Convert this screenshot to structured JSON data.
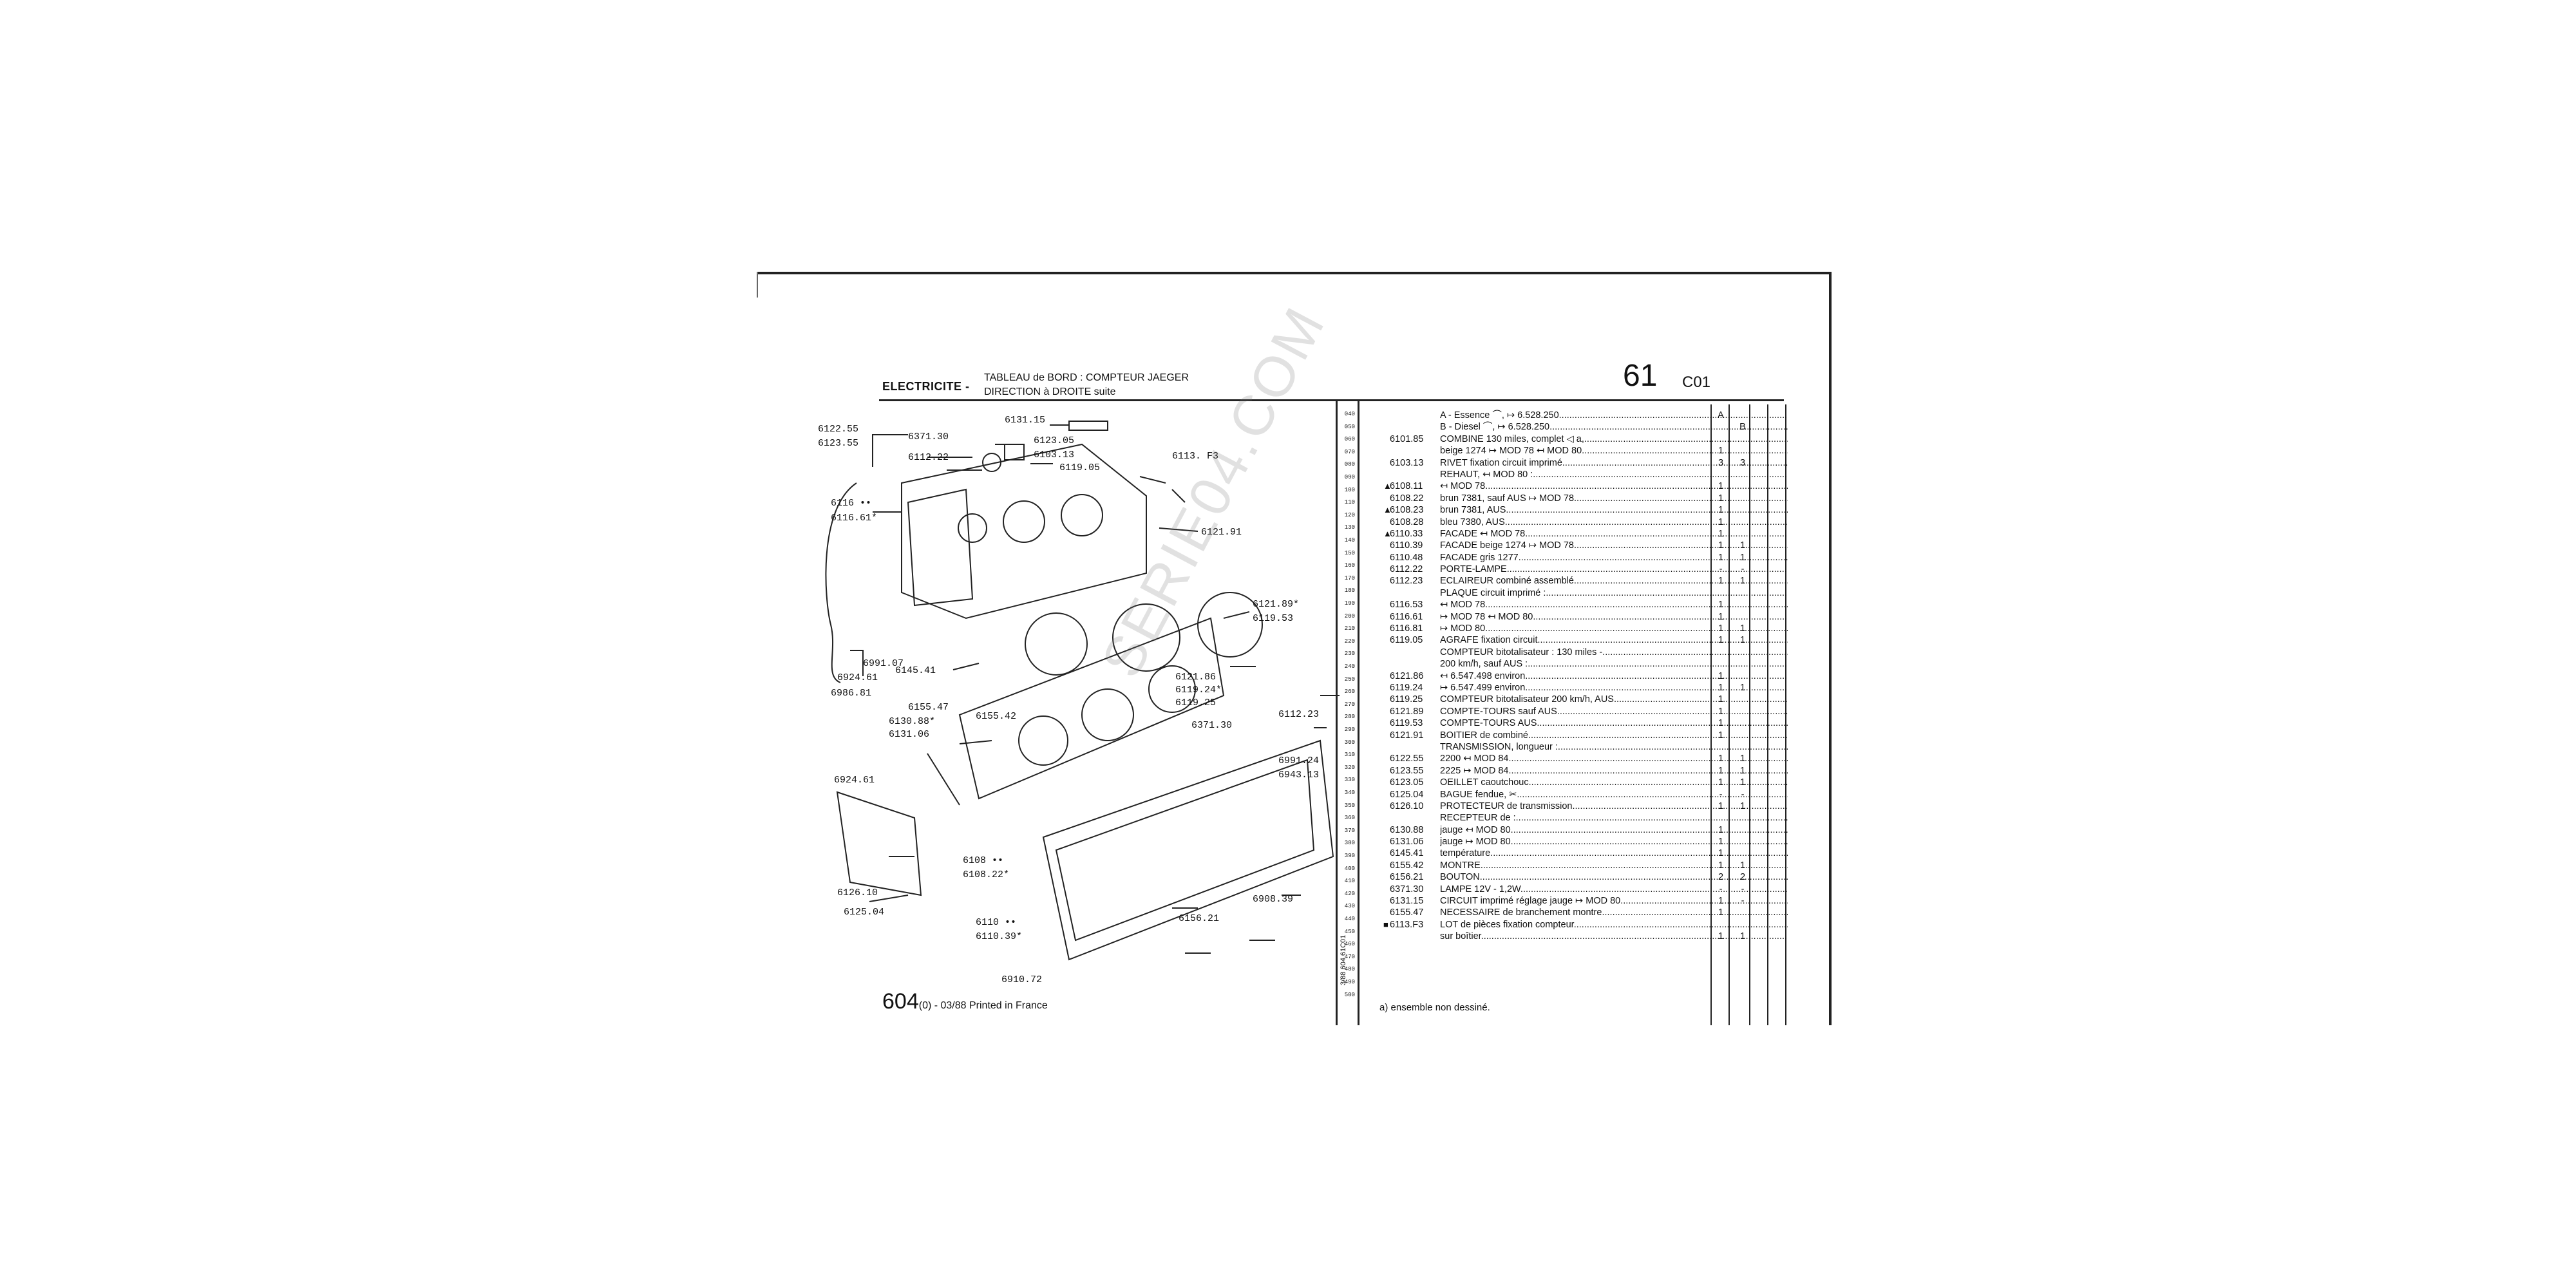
{
  "header": {
    "section": "ELECTRICITE -",
    "subtitle_line1": "TABLEAU de BORD : COMPTEUR JAEGER",
    "subtitle_line2": "DIRECTION à DROITE suite",
    "group_number": "61",
    "page_code": "C01"
  },
  "watermark": "SERIE04.COM",
  "footer": {
    "model": "604",
    "edition": "(0) - 03/88 Printed in France"
  },
  "side_code": "3/88 604 61C01",
  "ruler": [
    "040",
    "050",
    "060",
    "070",
    "080",
    "090",
    "100",
    "110",
    "120",
    "130",
    "140",
    "150",
    "160",
    "170",
    "180",
    "190",
    "200",
    "210",
    "220",
    "230",
    "240",
    "250",
    "260",
    "270",
    "280",
    "290",
    "300",
    "310",
    "320",
    "330",
    "340",
    "350",
    "360",
    "370",
    "380",
    "390",
    "400",
    "410",
    "420",
    "430",
    "440",
    "450",
    "460",
    "470",
    "480",
    "490",
    "500"
  ],
  "diagram_labels": {
    "l1": "6122.55",
    "l2": "6123.55",
    "l3": "6371.30",
    "l4": "6112.22",
    "l5": "6131.15",
    "l6": "6123.05",
    "l7": "6103.13",
    "l8": "6119.05",
    "l9": "6113. F3",
    "l10": "6121.91",
    "l11": "6116 ••",
    "l12": "6116.61*",
    "l13": "6991.07",
    "l14": "6924.61",
    "l15": "6986.81",
    "l16": "6145.41",
    "l17": "6155.47",
    "l18": "6130.88*",
    "l19": "6131.06",
    "l20": "6155.42",
    "l21": "6121.89*",
    "l22": "6119.53",
    "l23": "6121.86",
    "l24": "6119.24*",
    "l25": "6119.25",
    "l26": "6371.30",
    "l27": "6112.23",
    "l28": "6991.24",
    "l29": "6943.13",
    "l30": "6924.61",
    "l31": "6126.10",
    "l32": "6125.04",
    "l33": "6108 ••",
    "l34": "6108.22*",
    "l35": "6908.39",
    "l36": "6156.21",
    "l37": "6110 ••",
    "l38": "6110.39*",
    "l39": "6910.72"
  },
  "columns": {
    "a": "A",
    "b": "B"
  },
  "parts": [
    {
      "mark": "",
      "ref": "",
      "desc": "A - Essence ⌒, ↦ 6.528.250",
      "qa": "A",
      "qb": ""
    },
    {
      "mark": "",
      "ref": "",
      "desc": "B - Diesel ⌒, ↦ 6.528.250",
      "qa": "",
      "qb": "B"
    },
    {
      "mark": "",
      "ref": "6101.85",
      "desc": "COMBINE 130 miles, complet ◁ a,",
      "qa": "",
      "qb": ""
    },
    {
      "mark": "",
      "ref": "",
      "desc": "beige 1274 ↦ MOD 78 ↤ MOD 80",
      "qa": "1",
      "qb": ""
    },
    {
      "mark": "",
      "ref": "6103.13",
      "desc": "RIVET fixation circuit imprimé",
      "qa": "3",
      "qb": "3"
    },
    {
      "mark": "",
      "ref": "",
      "desc": "REHAUT, ↤ MOD 80 :",
      "qa": "",
      "qb": ""
    },
    {
      "mark": "▲",
      "ref": "6108.11",
      "desc": "↤ MOD 78",
      "qa": "1",
      "qb": ""
    },
    {
      "mark": "",
      "ref": "6108.22",
      "desc": "brun 7381, sauf AUS ↦ MOD 78",
      "qa": "1",
      "qb": ""
    },
    {
      "mark": "▲",
      "ref": "6108.23",
      "desc": "brun 7381, AUS",
      "qa": "1",
      "qb": ""
    },
    {
      "mark": "",
      "ref": "6108.28",
      "desc": "bleu 7380, AUS",
      "qa": "1",
      "qb": ""
    },
    {
      "mark": "▲",
      "ref": "6110.33",
      "desc": "FACADE ↤ MOD 78",
      "qa": "1",
      "qb": ""
    },
    {
      "mark": "",
      "ref": "6110.39",
      "desc": "FACADE beige 1274 ↦ MOD 78",
      "qa": "1",
      "qb": "1"
    },
    {
      "mark": "",
      "ref": "6110.48",
      "desc": "FACADE gris 1277",
      "qa": "1",
      "qb": "1"
    },
    {
      "mark": "",
      "ref": "6112.22",
      "desc": "PORTE-LAMPE",
      "qa": "-",
      "qb": "-"
    },
    {
      "mark": "",
      "ref": "6112.23",
      "desc": "ECLAIREUR combiné assemblé",
      "qa": "1",
      "qb": "1"
    },
    {
      "mark": "",
      "ref": "",
      "desc": "PLAQUE circuit imprimé :",
      "qa": "",
      "qb": ""
    },
    {
      "mark": "",
      "ref": "6116.53",
      "desc": "↤ MOD 78",
      "qa": "1",
      "qb": ""
    },
    {
      "mark": "",
      "ref": "6116.61",
      "desc": "↦ MOD 78 ↤ MOD 80",
      "qa": "1",
      "qb": ""
    },
    {
      "mark": "",
      "ref": "6116.81",
      "desc": "↦ MOD 80",
      "qa": "1",
      "qb": "1"
    },
    {
      "mark": "",
      "ref": "6119.05",
      "desc": "AGRAFE fixation circuit",
      "qa": "1",
      "qb": "1"
    },
    {
      "mark": "",
      "ref": "",
      "desc": "COMPTEUR bitotalisateur : 130 miles -",
      "qa": "",
      "qb": ""
    },
    {
      "mark": "",
      "ref": "",
      "desc": "200 km/h, sauf AUS :",
      "qa": "",
      "qb": ""
    },
    {
      "mark": "",
      "ref": "6121.86",
      "desc": "↤ 6.547.498 environ",
      "qa": "1",
      "qb": ""
    },
    {
      "mark": "",
      "ref": "6119.24",
      "desc": "↦ 6.547.499 environ",
      "qa": "1",
      "qb": "1"
    },
    {
      "mark": "",
      "ref": "6119.25",
      "desc": "COMPTEUR bitotalisateur 200 km/h, AUS",
      "qa": "1",
      "qb": ""
    },
    {
      "mark": "",
      "ref": "6121.89",
      "desc": "COMPTE-TOURS sauf AUS",
      "qa": "1",
      "qb": ""
    },
    {
      "mark": "",
      "ref": "6119.53",
      "desc": "COMPTE-TOURS AUS",
      "qa": "1",
      "qb": ""
    },
    {
      "mark": "",
      "ref": "6121.91",
      "desc": "BOITIER de combiné",
      "qa": "1",
      "qb": ""
    },
    {
      "mark": "",
      "ref": "",
      "desc": "TRANSMISSION, longueur :",
      "qa": "",
      "qb": ""
    },
    {
      "mark": "",
      "ref": "6122.55",
      "desc": "2200 ↤ MOD 84",
      "qa": "1",
      "qb": "1"
    },
    {
      "mark": "",
      "ref": "6123.55",
      "desc": "2225 ↦ MOD 84",
      "qa": "1",
      "qb": "1"
    },
    {
      "mark": "",
      "ref": "6123.05",
      "desc": "OEILLET caoutchouc",
      "qa": "1",
      "qb": "1"
    },
    {
      "mark": "",
      "ref": "6125.04",
      "desc": "BAGUE fendue, ✂",
      "qa": "-",
      "qb": "-"
    },
    {
      "mark": "",
      "ref": "6126.10",
      "desc": "PROTECTEUR de transmission",
      "qa": "1",
      "qb": "1"
    },
    {
      "mark": "",
      "ref": "",
      "desc": "RECEPTEUR de :",
      "qa": "",
      "qb": ""
    },
    {
      "mark": "",
      "ref": "6130.88",
      "desc": "jauge ↤ MOD 80",
      "qa": "1",
      "qb": ""
    },
    {
      "mark": "",
      "ref": "6131.06",
      "desc": "jauge ↦ MOD 80",
      "qa": "1",
      "qb": ""
    },
    {
      "mark": "",
      "ref": "6145.41",
      "desc": "température",
      "qa": "1",
      "qb": ""
    },
    {
      "mark": "",
      "ref": "6155.42",
      "desc": "MONTRE",
      "qa": "1",
      "qb": "1"
    },
    {
      "mark": "",
      "ref": "6156.21",
      "desc": "BOUTON",
      "qa": "2",
      "qb": "2"
    },
    {
      "mark": "",
      "ref": "6371.30",
      "desc": "LAMPE 12V - 1,2W",
      "qa": "-",
      "qb": "-"
    },
    {
      "mark": "",
      "ref": "6131.15",
      "desc": "CIRCUIT imprimé réglage jauge ↦ MOD 80",
      "qa": "1",
      "qb": "-"
    },
    {
      "mark": "",
      "ref": "6155.47",
      "desc": "NECESSAIRE de branchement montre",
      "qa": "1",
      "qb": ""
    },
    {
      "mark": "■",
      "ref": "6113.F3",
      "desc": "LOT de pièces fixation compteur",
      "qa": "",
      "qb": ""
    },
    {
      "mark": "",
      "ref": "",
      "desc": "sur boîtier",
      "qa": "1",
      "qb": "1"
    }
  ],
  "footnote": "a) ensemble non dessiné."
}
